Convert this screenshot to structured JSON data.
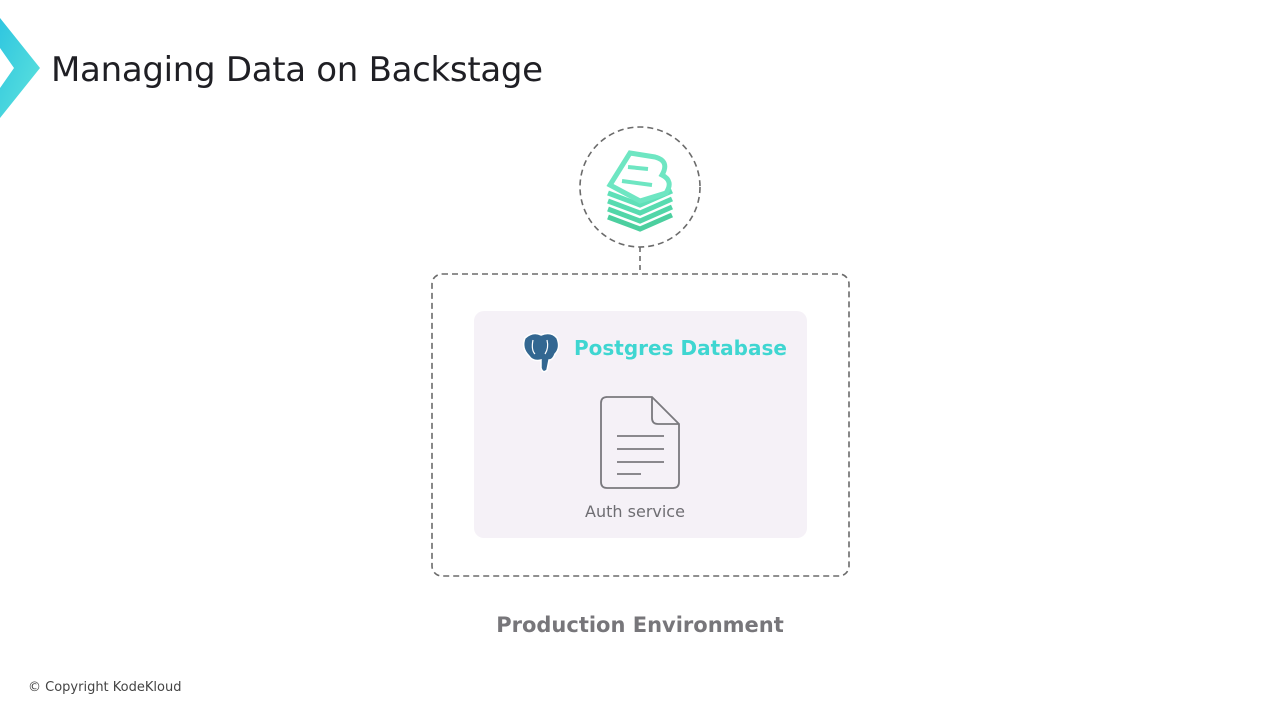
{
  "header": {
    "title": "Managing Data on Backstage",
    "logo_icon": "chevron-logo-icon"
  },
  "diagram": {
    "top_node_icon": "backstage-logo-icon",
    "database": {
      "title": "Postgres Database",
      "icon": "postgres-elephant-icon"
    },
    "service": {
      "label": "Auth service",
      "icon": "document-icon"
    },
    "environment_label": "Production Environment"
  },
  "footer": {
    "copyright": "© Copyright KodeKloud"
  },
  "colors": {
    "accent": "#3fd6d1",
    "backstage_green": "#5fdcb4",
    "dash": "#6b6b6b"
  }
}
